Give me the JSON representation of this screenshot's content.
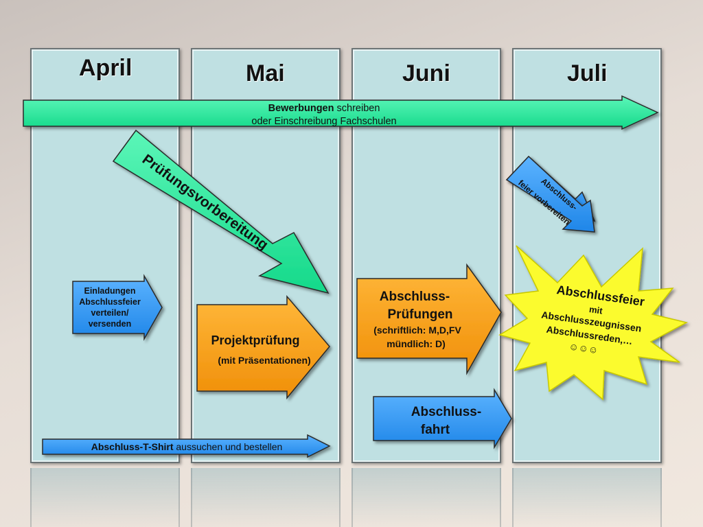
{
  "months": [
    "April",
    "Mai",
    "Juni",
    "Juli"
  ],
  "bewerbungen": {
    "line1_bold": "Bewerbungen",
    "line1_rest": " schreiben",
    "line2": "oder Einschreibung Fachschulen"
  },
  "pruefungsvorbereitung": "Prüfungsvorbereitung",
  "einladungen": [
    "Einladungen",
    "Abschlussfeier",
    "verteilen/",
    "versenden"
  ],
  "projektpruefung": {
    "title": "Projektprüfung",
    "sub": "(mit Präsentationen)"
  },
  "abschlusspruefungen": {
    "line1": "Abschluss-",
    "line2": "Prüfungen",
    "line3": "(schriftlich: M,D,FV",
    "line4": "mündlich: D)"
  },
  "abschlussfahrt": [
    "Abschluss-",
    "fahrt"
  ],
  "tshirt": {
    "bold": "Abschluss-T-Shirt",
    "rest": " aussuchen und bestellen"
  },
  "feier_vorbereiten": [
    "Abschluss-",
    "feier vorbereiten"
  ],
  "abschlussfeier": {
    "title": "Abschlussfeier",
    "line2": "mit",
    "line3": "Abschlusszeugnissen",
    "line4": "Abschlussreden,…",
    "smileys": "☺☺☺"
  },
  "colors": {
    "column": "#bfe0e2",
    "green_arrow": "#22e59a",
    "orange_arrow": "#f7a21a",
    "blue_arrow": "#3399ee",
    "star": "#fbfb2e"
  }
}
